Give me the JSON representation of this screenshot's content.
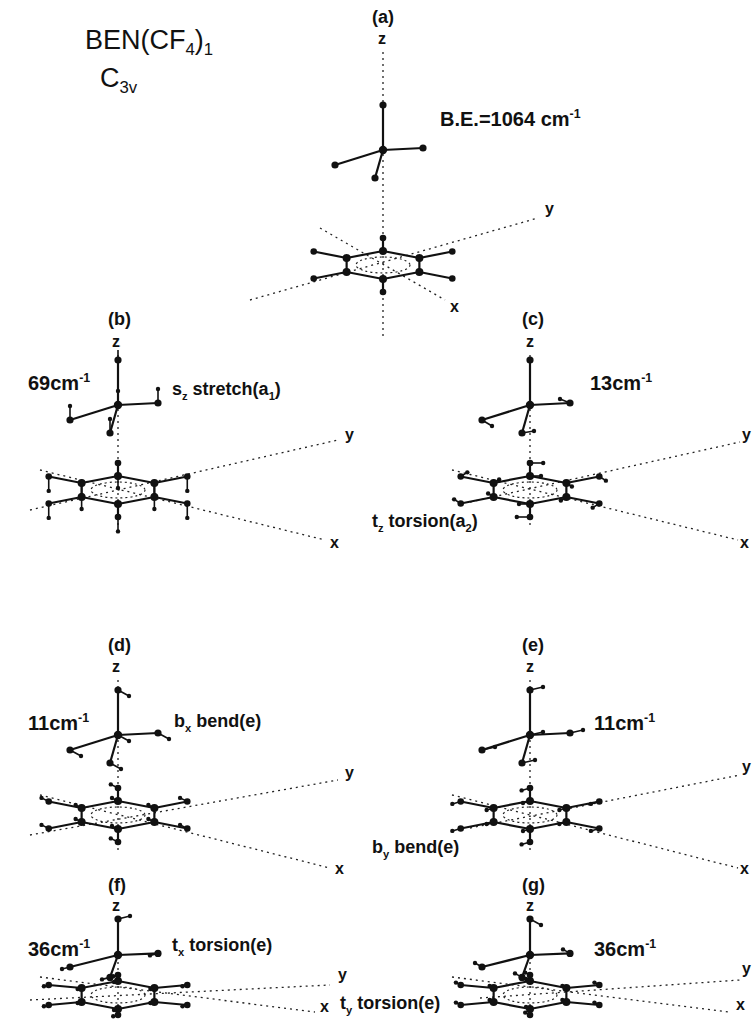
{
  "diagram": {
    "labels": [
      "BEN(CF",
      "4",
      ")",
      "1",
      "C",
      "3v",
      "(a)",
      "z",
      "B.E.=1064 cm",
      "-1",
      "y",
      "x",
      "(b)",
      "z",
      "69cm",
      "-1",
      "s",
      "z",
      "stretch(a",
      "1",
      ")",
      "y",
      "x",
      "(c)",
      "z",
      "13cm",
      "-1",
      "t",
      "z",
      "torsion(a",
      "2",
      ")",
      "y",
      "x",
      "(d)",
      "z",
      "11cm",
      "-1",
      "b",
      "x",
      "bend(e)",
      "y",
      "x",
      "(e)",
      "z",
      "11cm",
      "-1",
      "b",
      "y",
      "bend(e)",
      "y",
      "x",
      "(f)",
      "z",
      "36cm",
      "-1",
      "t",
      "x",
      "torsion(e)",
      "y",
      "x",
      "(g)",
      "z",
      "36cm",
      "-1",
      "t",
      "y",
      "torsion(e)",
      "y",
      "x"
    ]
  }
}
